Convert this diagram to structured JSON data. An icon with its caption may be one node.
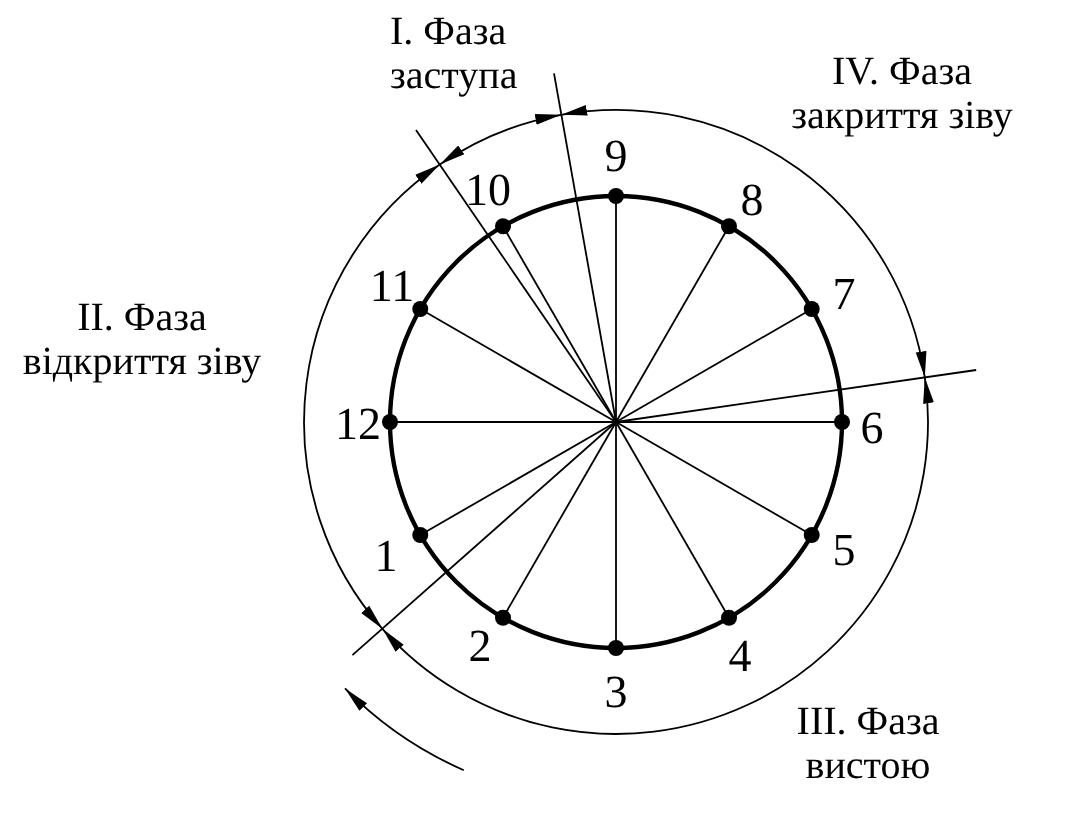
{
  "diagram": {
    "labels": [
      "I. Фаза заступа",
      "IV. Фаза закриття зіву",
      "9",
      "10",
      "8",
      "11",
      "7",
      "II. Фаза відкриття зіву",
      "12",
      "6",
      "1",
      "5",
      "2",
      "4",
      "3",
      "III. Фаза вистою"
    ]
  }
}
